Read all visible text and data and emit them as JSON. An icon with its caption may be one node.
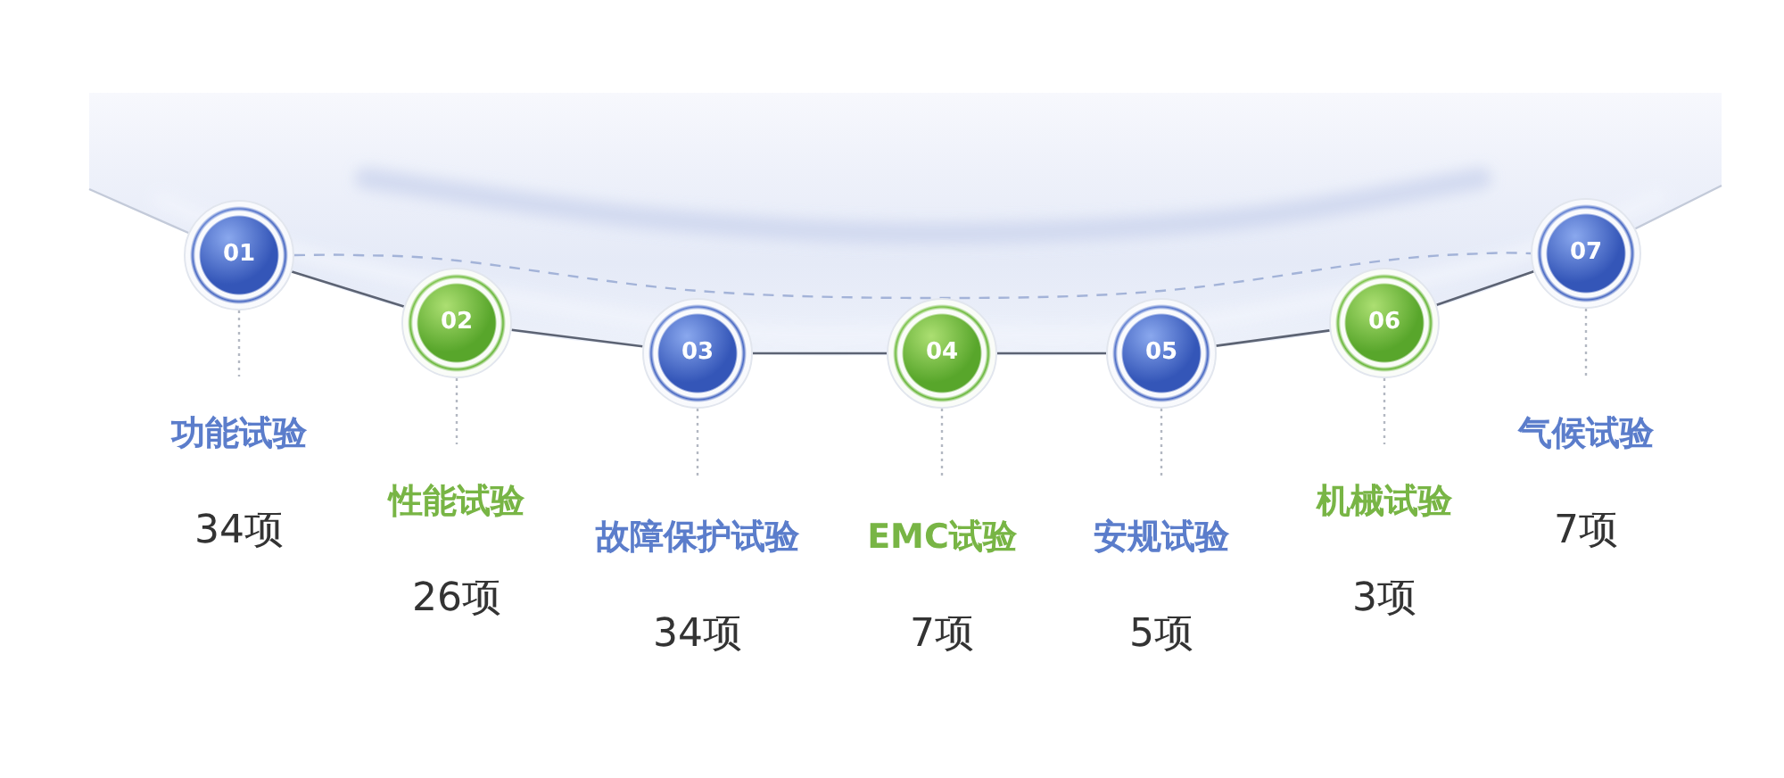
{
  "diagram": {
    "nodes": [
      {
        "text": [
          "01"
        ]
      },
      {
        "text": [
          "02"
        ]
      },
      {
        "text": [
          "03"
        ]
      },
      {
        "text": [
          "04"
        ]
      },
      {
        "text": [
          "05"
        ]
      },
      {
        "text": [
          "06"
        ]
      },
      {
        "text": [
          "07"
        ]
      },
      {
        "text": [
          "功能试验",
          "34项"
        ]
      },
      {
        "text": [
          "性能试验",
          "26项"
        ]
      },
      {
        "text": [
          "故障保护试验",
          "34项"
        ]
      },
      {
        "text": [
          "EMC试验",
          "7项"
        ]
      },
      {
        "text": [
          "安规试验",
          "5项"
        ]
      },
      {
        "text": [
          "机械试验",
          "3项"
        ]
      },
      {
        "text": [
          "气候试验",
          "7项"
        ]
      }
    ],
    "edges": [
      {
        "from": 0,
        "to": 1,
        "arrow": "none"
      },
      {
        "from": 1,
        "to": 2,
        "arrow": "none"
      },
      {
        "from": 2,
        "to": 3,
        "arrow": "none"
      },
      {
        "from": 3,
        "to": 4,
        "arrow": "none"
      },
      {
        "from": 4,
        "to": 5,
        "arrow": "none"
      },
      {
        "from": 5,
        "to": 6,
        "arrow": "none"
      },
      {
        "from": 0,
        "to": 6,
        "arrow": "none",
        "style": "dashed",
        "color": "#a3b3d8"
      },
      {
        "from": 0,
        "to": 7,
        "arrow": "none",
        "style": "dashed"
      },
      {
        "from": 1,
        "to": 8,
        "arrow": "none",
        "style": "dashed"
      },
      {
        "from": 2,
        "to": 9,
        "arrow": "none",
        "style": "dashed"
      },
      {
        "from": 3,
        "to": 10,
        "arrow": "none",
        "style": "dashed"
      },
      {
        "from": 4,
        "to": 11,
        "arrow": "none",
        "style": "dashed"
      },
      {
        "from": 5,
        "to": 12,
        "arrow": "none",
        "style": "dashed"
      },
      {
        "from": 6,
        "to": 13,
        "arrow": "none",
        "style": "dashed"
      }
    ]
  }
}
